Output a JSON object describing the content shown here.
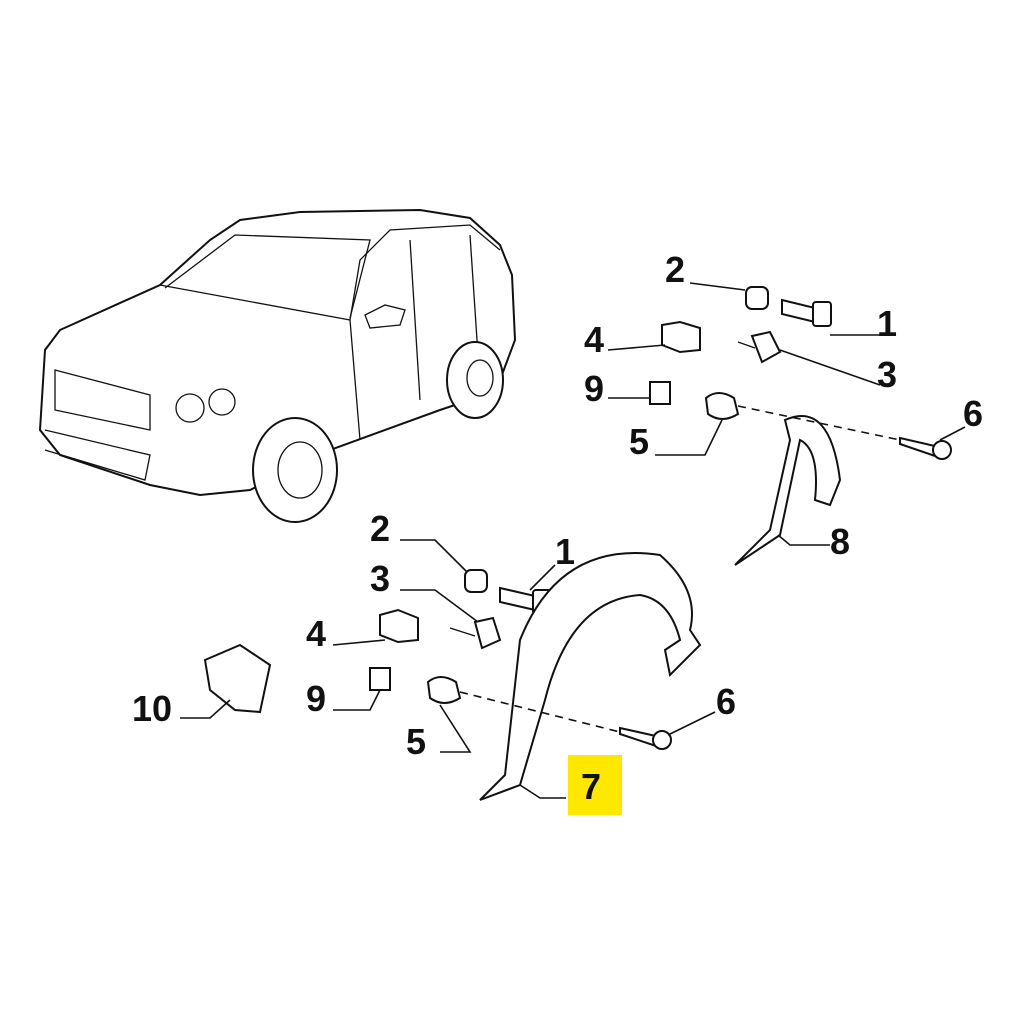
{
  "diagram": {
    "highlight_color": "#FFE800",
    "upper_group": {
      "label_2": "2",
      "label_1": "1",
      "label_4": "4",
      "label_3": "3",
      "label_9": "9",
      "label_5": "5",
      "label_6": "6",
      "label_8": "8"
    },
    "lower_group": {
      "label_2": "2",
      "label_1": "1",
      "label_3": "3",
      "label_4": "4",
      "label_10": "10",
      "label_9": "9",
      "label_5": "5",
      "label_6": "6",
      "label_7": "7"
    }
  }
}
